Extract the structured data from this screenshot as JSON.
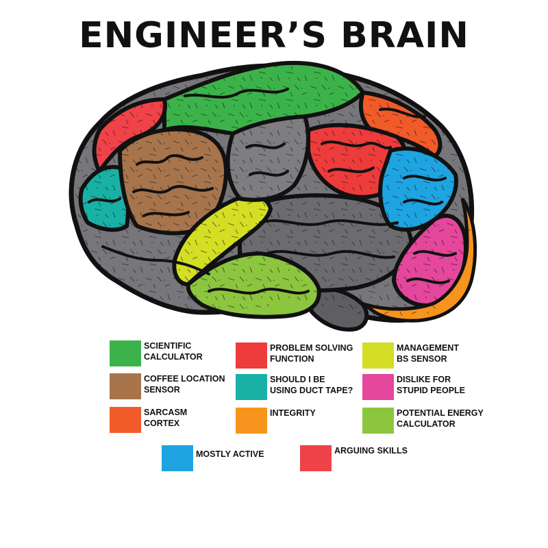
{
  "title": "ENGINEER’S BRAIN",
  "legend": [
    {
      "label_line1": "SCIENTIFIC",
      "label_line2": "CALCULATOR",
      "color": "#3cb34a"
    },
    {
      "label_line1": "PROBLEM SOLVING",
      "label_line2": "FUNCTION",
      "color": "#ee3b3b"
    },
    {
      "label_line1": "MANAGEMENT",
      "label_line2": "BS SENSOR",
      "color": "#d4de24"
    },
    {
      "label_line1": "COFFEE LOCATION",
      "label_line2": "SENSOR",
      "color": "#a7744c"
    },
    {
      "label_line1": "SHOULD I BE",
      "label_line2": "USING DUCT TAPE?",
      "color": "#19b1a6"
    },
    {
      "label_line1": "DISLIKE FOR",
      "label_line2": "STUPID PEOPLE",
      "color": "#e4479b"
    },
    {
      "label_line1": "SARCASM",
      "label_line2": "CORTEX",
      "color": "#f15a29"
    },
    {
      "label_line1": "INTEGRITY",
      "label_line2": "",
      "color": "#f7941d"
    },
    {
      "label_line1": "POTENTIAL ENERGY",
      "label_line2": "CALCULATOR",
      "color": "#8cc63f"
    },
    {
      "label_line1": "MOSTLY ACTIVE",
      "label_line2": "",
      "color": "#1ea4e0"
    },
    {
      "label_line1": "ARGUING SKILLS",
      "label_line2": "",
      "color": "#ef4249"
    }
  ],
  "brain_colors": {
    "outline": "#111111",
    "gray": "#77777b",
    "stem": "#5f5f63"
  }
}
